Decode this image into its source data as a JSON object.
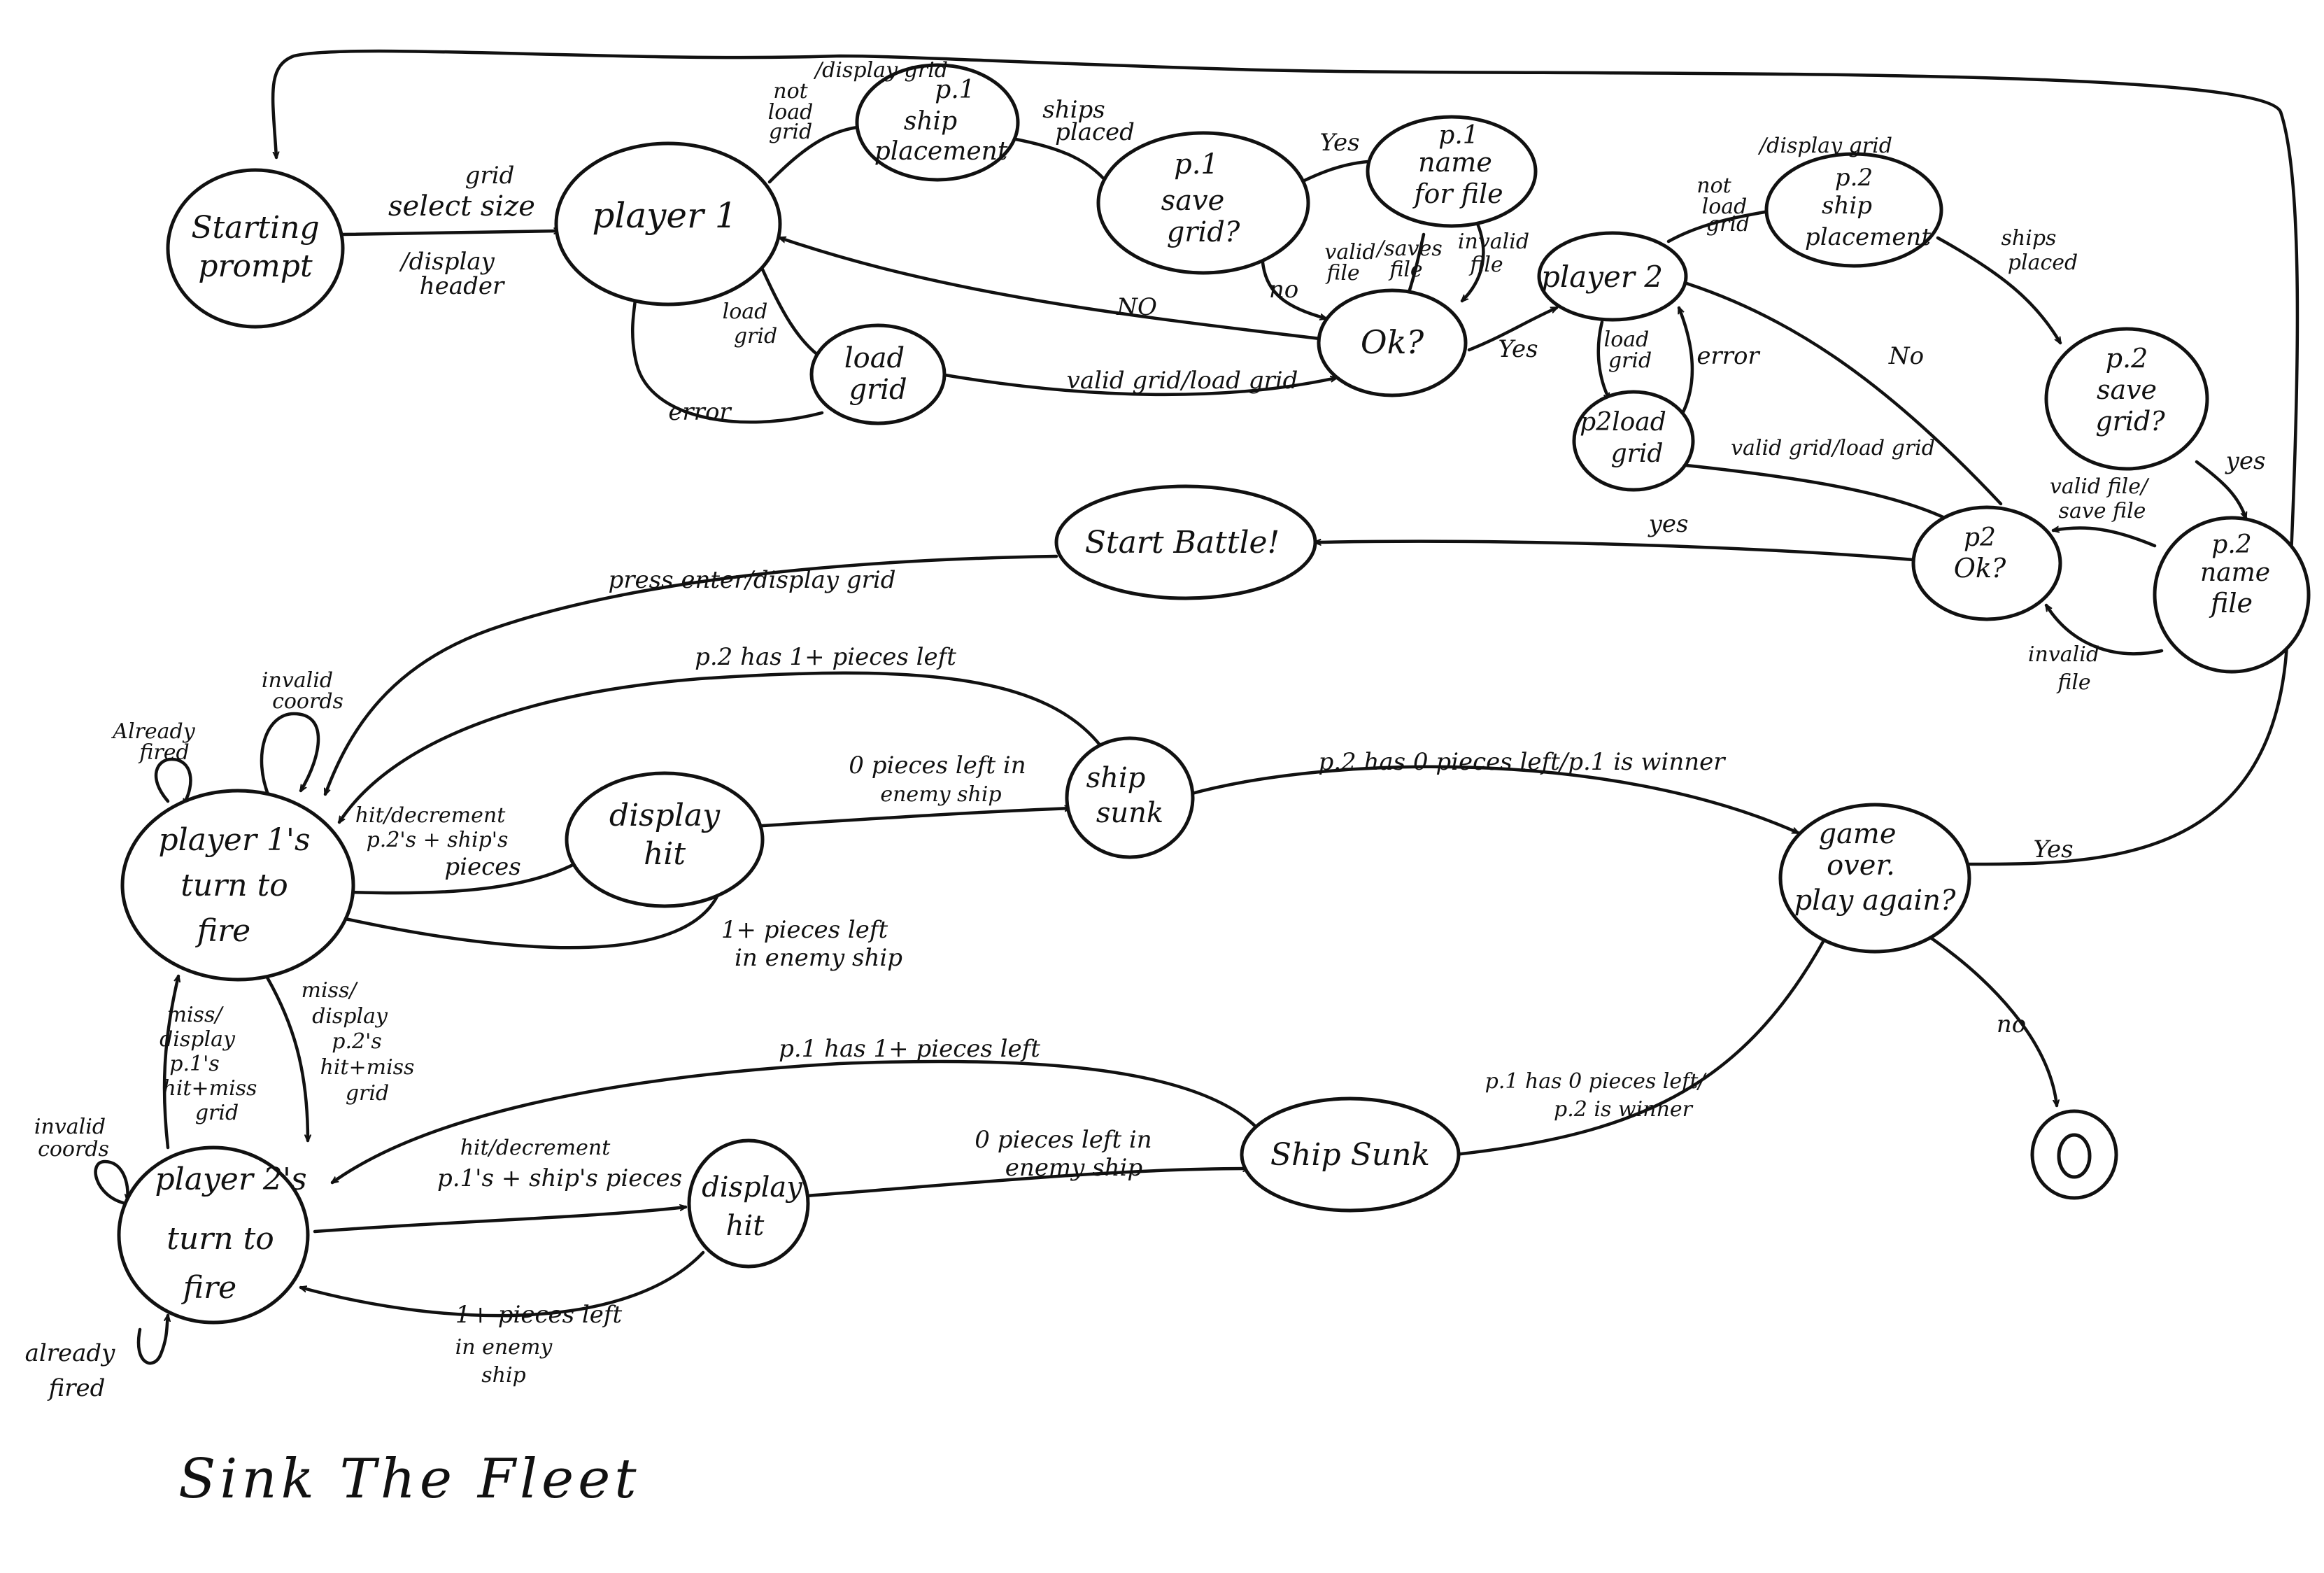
{
  "title": "Sink The Fleet",
  "states": {
    "starting_prompt": [
      "Starting",
      "prompt"
    ],
    "player1": "player 1",
    "p1_ship_placement": [
      "p.1",
      "ship",
      "placement"
    ],
    "p1_save_grid": [
      "p.1",
      "save",
      "grid?"
    ],
    "p1_name_file": [
      "p.1",
      "name",
      "for file"
    ],
    "load_grid": [
      "load",
      "grid"
    ],
    "ok": "Ok?",
    "player2": "player 2",
    "p2_ship_placement": [
      "p.2",
      "ship",
      "placement"
    ],
    "p2_save_grid": [
      "p.2",
      "save",
      "grid?"
    ],
    "p2_load_grid": [
      "p2load",
      "grid"
    ],
    "p2_name_file": [
      "p.2",
      "name",
      "file"
    ],
    "p2_ok": [
      "p2",
      "Ok?"
    ],
    "start_battle": "Start Battle!",
    "player1_turn": [
      "player 1's",
      "turn to",
      "fire"
    ],
    "display_hit_1": [
      "display",
      "hit"
    ],
    "ship_sunk_1": [
      "ship",
      "sunk"
    ],
    "game_over": [
      "game",
      "over.",
      "play again?"
    ],
    "player2_turn": [
      "player 2's",
      "turn to",
      "fire"
    ],
    "display_hit_2": [
      "display",
      "hit"
    ],
    "ship_sunk_2": "Ship Sunk",
    "final_state": "0"
  },
  "edges": {
    "select_grid_size": [
      "grid",
      "select size"
    ],
    "display_header": [
      "/display",
      "header"
    ],
    "not_load_grid_1": [
      "not",
      "load",
      "grid"
    ],
    "display_grid_1": "/display grid",
    "ships_placed_1": [
      "ships",
      "placed"
    ],
    "yes_1": "Yes",
    "valid_file_1": [
      "valid",
      "file"
    ],
    "saves_file_1": [
      "/saves",
      "file"
    ],
    "invalid_file_1": [
      "invalid",
      "file"
    ],
    "no_1": "no",
    "no_back_1": "NO",
    "load_grid_1": [
      "load",
      "grid"
    ],
    "error_1": "error",
    "valid_grid_load_1": "valid grid/load grid",
    "yes_ok_1": "Yes",
    "not_load_grid_2": [
      "not",
      "load",
      "grid"
    ],
    "display_grid_2": "/display grid",
    "ships_placed_2": [
      "ships",
      "placed"
    ],
    "load_grid_2": [
      "load",
      "grid"
    ],
    "error_2": "error",
    "no_back_2": "No",
    "valid_grid_load_2": "valid grid/load grid",
    "yes_2": "yes",
    "valid_file_save_2": [
      "valid file/",
      "save file"
    ],
    "invalid_file_2": [
      "invalid",
      "file"
    ],
    "yes_battle": "yes",
    "press_enter": "press enter/display grid",
    "invalid_coords_1": [
      "invalid",
      "coords"
    ],
    "already_fired_1": [
      "Already",
      "fired"
    ],
    "p2_has_pieces": "p.2 has 1+ pieces left",
    "hit_decrement_1": [
      "hit/decrement",
      "p.2's + ship's",
      "pieces"
    ],
    "zero_pieces_1": [
      "0 pieces left in",
      "enemy ship"
    ],
    "p2_zero_pieces": "p.2 has 0 pieces left/p.1 is winner",
    "one_plus_pieces_1": [
      "1+ pieces left",
      "in enemy ship"
    ],
    "yes_again": "Yes",
    "no_again": "no",
    "miss_p1": [
      "miss/",
      "display",
      "p.1's",
      "hit+miss",
      "grid"
    ],
    "miss_p2": [
      "miss/",
      "display",
      "p.2's",
      "hit+miss",
      "grid"
    ],
    "p1_has_pieces": "p.1 has 1+ pieces left",
    "invalid_coords_2": [
      "invalid",
      "coords"
    ],
    "hit_decrement_2": [
      "hit/decrement",
      "p.1's + ship's pieces"
    ],
    "zero_pieces_2": [
      "0 pieces left in",
      "enemy ship"
    ],
    "p1_zero_pieces": [
      "p.1 has 0 pieces left/",
      "p.2 is winner"
    ],
    "one_plus_pieces_2": [
      "1+ pieces left",
      "in enemy",
      "ship"
    ],
    "already_fired_2": [
      "already",
      "fired"
    ]
  }
}
